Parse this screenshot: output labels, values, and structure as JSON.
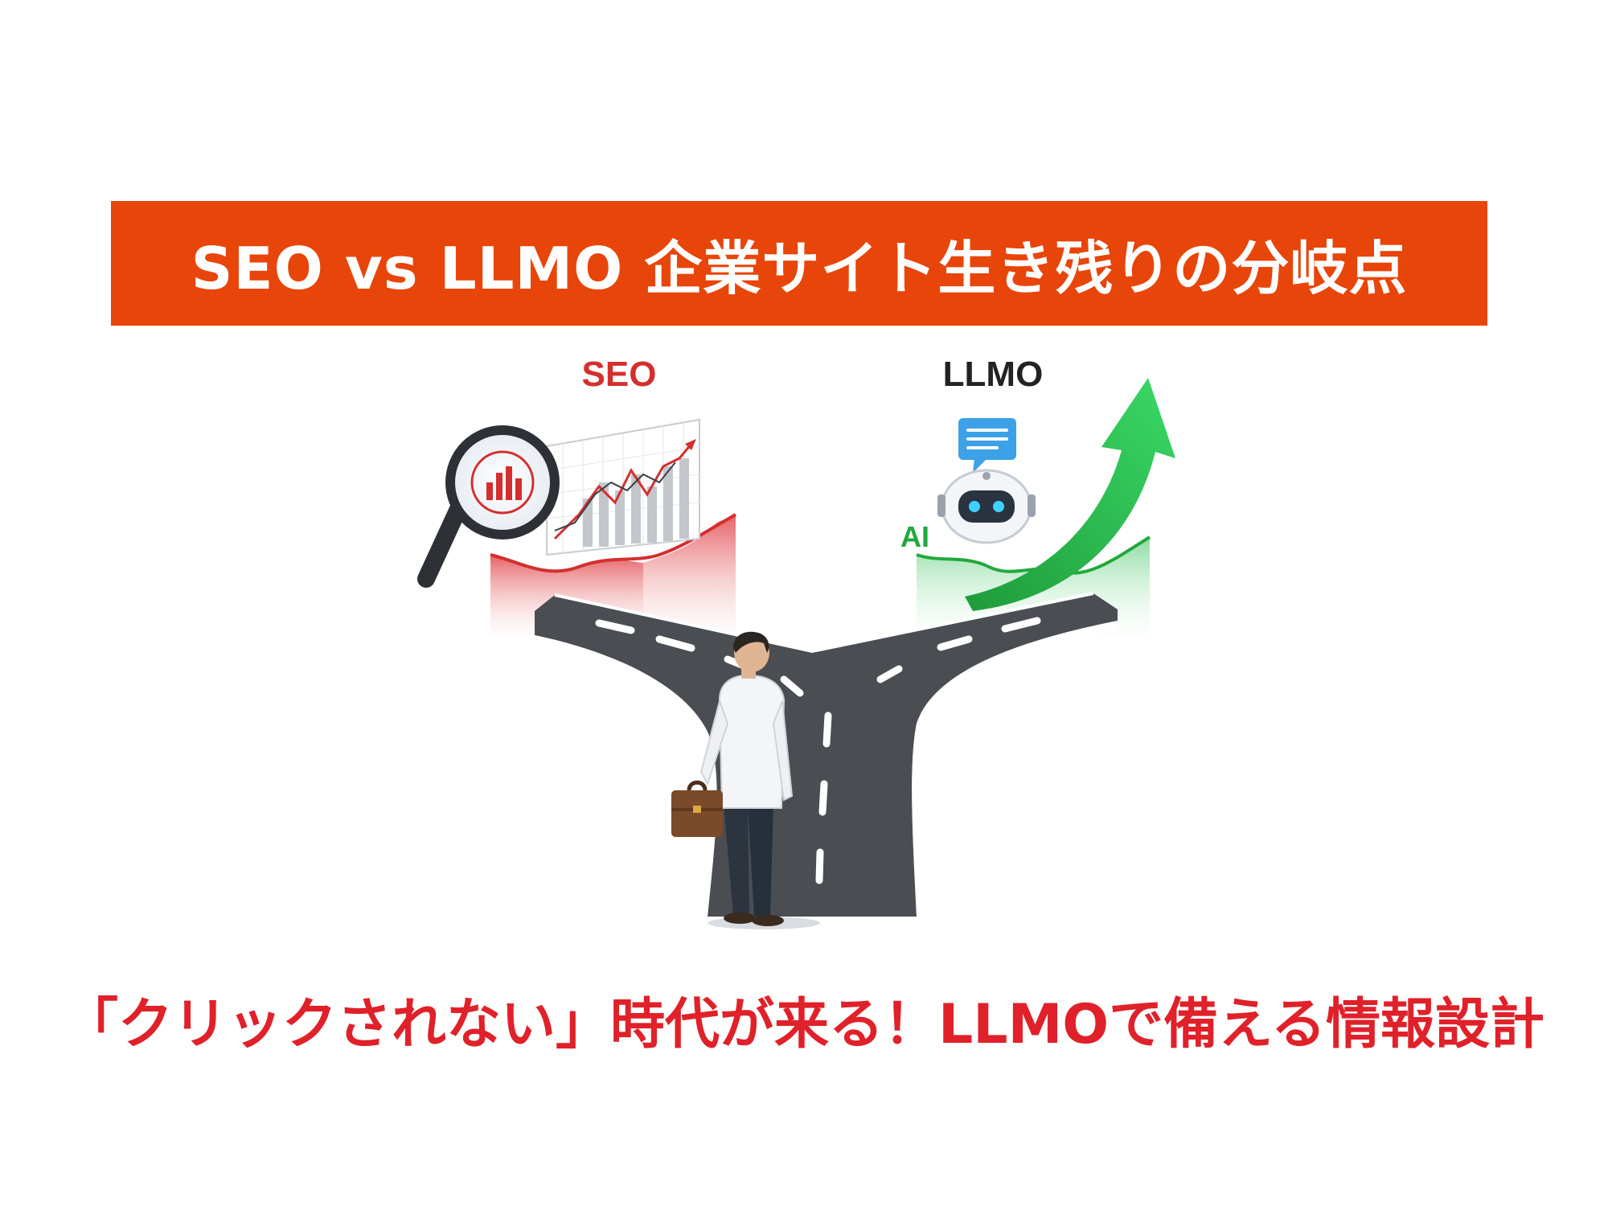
{
  "banner": {
    "title": "SEO vs LLMO 企業サイト生き残りの分岐点"
  },
  "illustration": {
    "seo_label": "SEO",
    "llmo_label": "LLMO",
    "ai_label": "AI",
    "colors": {
      "seo": "#d42f2f",
      "ai": "#22a83c",
      "arrow": "#2ecc55",
      "road": "#4a4d52"
    },
    "icons": [
      "magnifier-icon",
      "line-chart-icon",
      "chat-bubble-icon",
      "robot-icon",
      "up-arrow-icon",
      "businessman-figure",
      "briefcase-icon"
    ]
  },
  "subtitle": "「クリックされない」時代が来る！LLMOで備える情報設計",
  "colors": {
    "banner_bg": "#e8450a",
    "banner_text": "#ffffff",
    "subtitle": "#e0212a"
  }
}
